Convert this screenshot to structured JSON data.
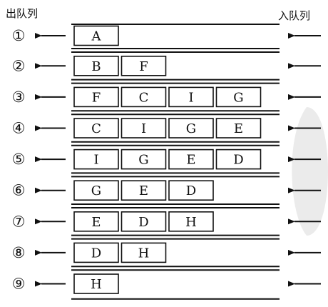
{
  "labels": {
    "dequeue": "出队列",
    "enqueue": "入队列"
  },
  "rows": [
    {
      "num": "①",
      "cells": [
        "A"
      ]
    },
    {
      "num": "②",
      "cells": [
        "B",
        "F"
      ]
    },
    {
      "num": "③",
      "cells": [
        "F",
        "C",
        "I",
        "G"
      ]
    },
    {
      "num": "④",
      "cells": [
        "C",
        "I",
        "G",
        "E"
      ]
    },
    {
      "num": "⑤",
      "cells": [
        "I",
        "G",
        "E",
        "D"
      ]
    },
    {
      "num": "⑥",
      "cells": [
        "G",
        "E",
        "D"
      ]
    },
    {
      "num": "⑦",
      "cells": [
        "E",
        "D",
        "H"
      ]
    },
    {
      "num": "⑧",
      "cells": [
        "D",
        "H"
      ]
    },
    {
      "num": "⑨",
      "cells": [
        "H"
      ]
    }
  ]
}
